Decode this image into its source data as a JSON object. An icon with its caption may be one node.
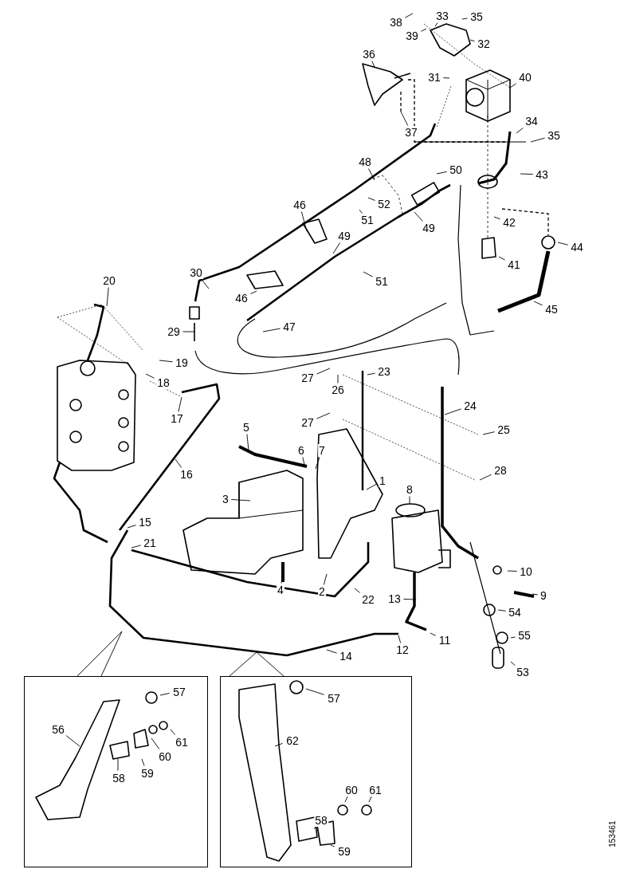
{
  "diagram": {
    "nodes": [
      {
        "text": [
          "38"
        ]
      },
      {
        "text": [
          "33"
        ]
      },
      {
        "text": [
          "35"
        ]
      },
      {
        "text": [
          "39"
        ]
      },
      {
        "text": [
          "32"
        ]
      },
      {
        "text": [
          "36"
        ]
      },
      {
        "text": [
          "31"
        ]
      },
      {
        "text": [
          "40"
        ]
      },
      {
        "text": [
          "37"
        ]
      },
      {
        "text": [
          "34"
        ]
      },
      {
        "text": [
          "35"
        ]
      },
      {
        "text": [
          "48"
        ]
      },
      {
        "text": [
          "50"
        ]
      },
      {
        "text": [
          "43"
        ]
      },
      {
        "text": [
          "52"
        ]
      },
      {
        "text": [
          "51"
        ]
      },
      {
        "text": [
          "49"
        ]
      },
      {
        "text": [
          "42"
        ]
      },
      {
        "text": [
          "41"
        ]
      },
      {
        "text": [
          "44"
        ]
      },
      {
        "text": [
          "45"
        ]
      },
      {
        "text": [
          "46"
        ]
      },
      {
        "text": [
          "49"
        ]
      },
      {
        "text": [
          "51"
        ]
      },
      {
        "text": [
          "30"
        ]
      },
      {
        "text": [
          "46"
        ]
      },
      {
        "text": [
          "47"
        ]
      },
      {
        "text": [
          "29"
        ]
      },
      {
        "text": [
          "20"
        ]
      },
      {
        "text": [
          "19"
        ]
      },
      {
        "text": [
          "18"
        ]
      },
      {
        "text": [
          "17"
        ]
      },
      {
        "text": [
          "16"
        ]
      },
      {
        "text": [
          "15"
        ]
      },
      {
        "text": [
          "21"
        ]
      },
      {
        "text": [
          "27"
        ]
      },
      {
        "text": [
          "26"
        ]
      },
      {
        "text": [
          "23"
        ]
      },
      {
        "text": [
          "24"
        ]
      },
      {
        "text": [
          "25"
        ]
      },
      {
        "text": [
          "27"
        ]
      },
      {
        "text": [
          "28"
        ]
      },
      {
        "text": [
          "5"
        ]
      },
      {
        "text": [
          "6"
        ]
      },
      {
        "text": [
          "7"
        ]
      },
      {
        "text": [
          "3"
        ]
      },
      {
        "text": [
          "1"
        ]
      },
      {
        "text": [
          "8"
        ]
      },
      {
        "text": [
          "4"
        ]
      },
      {
        "text": [
          "2"
        ]
      },
      {
        "text": [
          "22"
        ]
      },
      {
        "text": [
          "10"
        ]
      },
      {
        "text": [
          "9"
        ]
      },
      {
        "text": [
          "13"
        ]
      },
      {
        "text": [
          "54"
        ]
      },
      {
        "text": [
          "11"
        ]
      },
      {
        "text": [
          "12"
        ]
      },
      {
        "text": [
          "14"
        ]
      },
      {
        "text": [
          "55"
        ]
      },
      {
        "text": [
          "53"
        ]
      },
      {
        "text": [],
        "shape": "box"
      },
      {
        "text": [
          "57"
        ],
        "in": 60
      },
      {
        "text": [
          "56"
        ],
        "in": 60
      },
      {
        "text": [
          "61"
        ],
        "in": 60
      },
      {
        "text": [
          "60"
        ],
        "in": 60
      },
      {
        "text": [
          "58"
        ],
        "in": 60
      },
      {
        "text": [
          "59"
        ],
        "in": 60
      },
      {
        "text": [],
        "shape": "box"
      },
      {
        "text": [
          "57"
        ],
        "in": 67
      },
      {
        "text": [
          "62"
        ],
        "in": 67
      },
      {
        "text": [
          "60"
        ],
        "in": 67
      },
      {
        "text": [
          "61"
        ],
        "in": 67
      },
      {
        "text": [
          "58"
        ],
        "in": 67
      },
      {
        "text": [
          "59"
        ],
        "in": 67
      }
    ],
    "edges": [
      {
        "from": 0,
        "to": null,
        "arrow": "none"
      },
      {
        "from": 1,
        "to": null,
        "arrow": "none"
      },
      {
        "from": 2,
        "to": null,
        "arrow": "none"
      },
      {
        "from": 3,
        "to": null,
        "arrow": "none"
      },
      {
        "from": 4,
        "to": null,
        "arrow": "none"
      },
      {
        "from": 5,
        "to": null,
        "arrow": "none"
      },
      {
        "from": 6,
        "to": null,
        "arrow": "none"
      },
      {
        "from": 7,
        "to": null,
        "arrow": "none"
      },
      {
        "from": 8,
        "to": null,
        "arrow": "none"
      },
      {
        "from": 9,
        "to": null,
        "arrow": "none"
      },
      {
        "from": 10,
        "to": null,
        "arrow": "none"
      },
      {
        "from": 11,
        "to": null,
        "arrow": "none"
      },
      {
        "from": 12,
        "to": null,
        "arrow": "none"
      },
      {
        "from": 13,
        "to": null,
        "arrow": "none"
      },
      {
        "from": 14,
        "to": null,
        "arrow": "none"
      },
      {
        "from": 15,
        "to": null,
        "arrow": "none"
      },
      {
        "from": 16,
        "to": null,
        "arrow": "none"
      },
      {
        "from": 17,
        "to": null,
        "arrow": "none"
      },
      {
        "from": 18,
        "to": null,
        "arrow": "none"
      },
      {
        "from": 19,
        "to": null,
        "arrow": "none"
      },
      {
        "from": 20,
        "to": null,
        "arrow": "none"
      },
      {
        "from": 21,
        "to": null,
        "arrow": "none"
      },
      {
        "from": 22,
        "to": null,
        "arrow": "none"
      },
      {
        "from": 23,
        "to": null,
        "arrow": "none"
      },
      {
        "from": 24,
        "to": null,
        "arrow": "none"
      },
      {
        "from": 25,
        "to": null,
        "arrow": "none"
      },
      {
        "from": 26,
        "to": null,
        "arrow": "none"
      },
      {
        "from": 27,
        "to": null,
        "arrow": "none"
      },
      {
        "from": 28,
        "to": null,
        "arrow": "none"
      },
      {
        "from": 29,
        "to": null,
        "arrow": "none"
      },
      {
        "from": 30,
        "to": null,
        "arrow": "none"
      },
      {
        "from": 31,
        "to": null,
        "arrow": "none"
      },
      {
        "from": 32,
        "to": null,
        "arrow": "none"
      },
      {
        "from": 33,
        "to": null,
        "arrow": "none"
      },
      {
        "from": 34,
        "to": null,
        "arrow": "none"
      },
      {
        "from": 35,
        "to": null,
        "arrow": "none"
      },
      {
        "from": 36,
        "to": null,
        "arrow": "none"
      },
      {
        "from": 37,
        "to": null,
        "arrow": "none"
      },
      {
        "from": 38,
        "to": null,
        "arrow": "none"
      },
      {
        "from": 39,
        "to": null,
        "arrow": "none"
      },
      {
        "from": 40,
        "to": null,
        "arrow": "none"
      },
      {
        "from": 41,
        "to": null,
        "arrow": "none"
      },
      {
        "from": 42,
        "to": null,
        "arrow": "none"
      },
      {
        "from": 43,
        "to": null,
        "arrow": "none"
      },
      {
        "from": 44,
        "to": null,
        "arrow": "none"
      },
      {
        "from": 45,
        "to": null,
        "arrow": "none"
      },
      {
        "from": 46,
        "to": null,
        "arrow": "none"
      },
      {
        "from": 47,
        "to": null,
        "arrow": "none"
      },
      {
        "from": 48,
        "to": null,
        "arrow": "none"
      },
      {
        "from": 49,
        "to": null,
        "arrow": "none"
      },
      {
        "from": 50,
        "to": null,
        "arrow": "none"
      },
      {
        "from": 51,
        "to": null,
        "arrow": "none"
      },
      {
        "from": 52,
        "to": null,
        "arrow": "none"
      },
      {
        "from": 53,
        "to": null,
        "arrow": "none"
      },
      {
        "from": 54,
        "to": null,
        "arrow": "none"
      },
      {
        "from": 55,
        "to": null,
        "arrow": "none"
      },
      {
        "from": 56,
        "to": null,
        "arrow": "none"
      },
      {
        "from": 57,
        "to": null,
        "arrow": "none"
      },
      {
        "from": 58,
        "to": null,
        "arrow": "none"
      },
      {
        "from": 59,
        "to": null,
        "arrow": "none"
      },
      {
        "from": 60,
        "to": null,
        "arrow": "none"
      },
      {
        "from": 61,
        "to": null,
        "arrow": "none"
      },
      {
        "from": 62,
        "to": null,
        "arrow": "none"
      },
      {
        "from": 63,
        "to": null,
        "arrow": "none"
      },
      {
        "from": 64,
        "to": null,
        "arrow": "none"
      },
      {
        "from": 65,
        "to": null,
        "arrow": "none"
      },
      {
        "from": 66,
        "to": null,
        "arrow": "none"
      },
      {
        "from": 67,
        "to": null,
        "arrow": "none"
      },
      {
        "from": 68,
        "to": null,
        "arrow": "none"
      },
      {
        "from": 69,
        "to": null,
        "arrow": "none"
      },
      {
        "from": 70,
        "to": null,
        "arrow": "none"
      },
      {
        "from": 71,
        "to": null,
        "arrow": "none"
      },
      {
        "from": 72,
        "to": null,
        "arrow": "none"
      },
      {
        "from": 73,
        "to": null,
        "arrow": "none"
      }
    ],
    "labels": [
      "153461"
    ]
  }
}
